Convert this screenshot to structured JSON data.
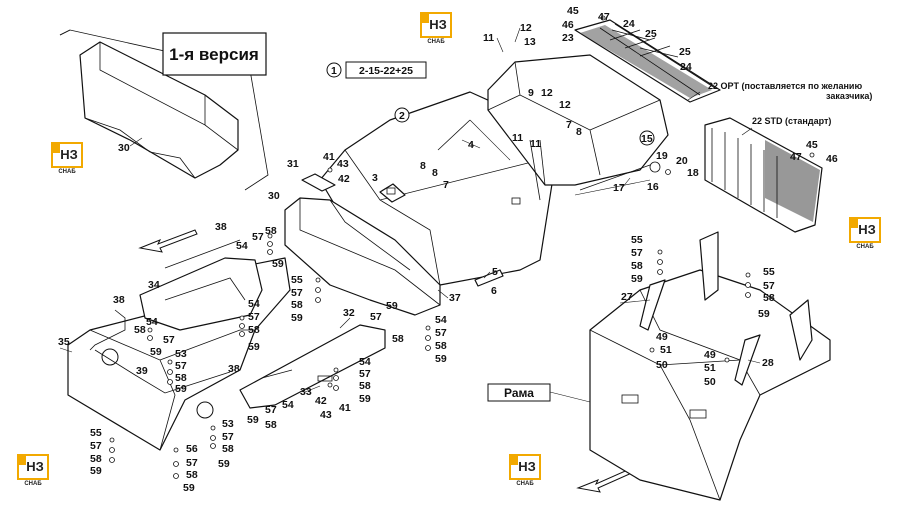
{
  "title_box": "1-я версия",
  "assembly_ref": "2-15-22+25",
  "logo": {
    "big": "НЗ",
    "small": "СНАБ",
    "accent": "#f2a900"
  },
  "frame_label": "Рама",
  "note_22_opt": "22 OPT (поставляется по желанию",
  "note_22_opt_2": "заказчика)",
  "note_22_std": "22 STD (стандарт)",
  "labels": {
    "l30a": "30",
    "l1": "1",
    "l2": "2",
    "l3": "3",
    "l4": "4",
    "l5": "5",
    "l6": "6",
    "l7a": "7",
    "l7b": "7",
    "l8a": "8",
    "l8b": "8",
    "l8c": "8",
    "l9": "9",
    "l11a": "11",
    "l11b": "11",
    "l12a": "12",
    "l12b": "12",
    "l13": "13",
    "l15": "15",
    "l16": "16",
    "l17": "17",
    "l18": "18",
    "l19": "19",
    "l20": "20",
    "l23": "23",
    "l24a": "24",
    "l24b": "24",
    "l25a": "25",
    "l25b": "25",
    "l45a": "45",
    "l46a": "46",
    "l47a": "47",
    "l45b": "45",
    "l46b": "46",
    "l47b": "47",
    "l31": "31",
    "l41a": "41",
    "l43a": "43",
    "l42a": "42",
    "l30b": "30",
    "l38a": "38",
    "l54a": "54",
    "l57a": "57",
    "l58a": "58",
    "l59a": "59",
    "l34": "34",
    "l55a": "55",
    "l57b": "57",
    "l58b": "58",
    "l59b": "59",
    "l54b": "54",
    "l57c": "57",
    "l58c": "58",
    "l59c": "59",
    "l38b": "38",
    "l58d": "58",
    "l54c": "54",
    "l57d": "57",
    "l35": "35",
    "l59d": "59",
    "l53a": "53",
    "l57e": "57",
    "l39": "39",
    "l58e": "58",
    "l59e": "59",
    "l37": "37",
    "l59f": "59",
    "l57f": "57",
    "l58f": "58",
    "l32": "32",
    "l54d": "54",
    "l57g": "57",
    "l58g": "58",
    "l59g": "59",
    "l54e": "54",
    "l57h": "57",
    "l58h": "58",
    "l59h": "59",
    "l33": "33",
    "l42b": "42",
    "l41b": "41",
    "l43b": "43",
    "l38c": "38",
    "l54f": "54",
    "l59i": "59",
    "l57i": "57",
    "l58i": "58",
    "l53b": "53",
    "l57j": "57",
    "l58j": "58",
    "l59j": "59",
    "l55b": "55",
    "l57k": "57",
    "l58k": "58",
    "l59k": "59",
    "l56": "56",
    "l57l": "57",
    "l58l": "58",
    "l59l": "59",
    "l55c": "55",
    "l57m": "57",
    "l58m": "58",
    "l59m": "59",
    "l27": "27",
    "l49a": "49",
    "l51a": "51",
    "l50a": "50",
    "l55d": "55",
    "l57n": "57",
    "l58n": "58",
    "l59n": "59",
    "l49b": "49",
    "l51b": "51",
    "l50b": "50",
    "l28": "28"
  }
}
